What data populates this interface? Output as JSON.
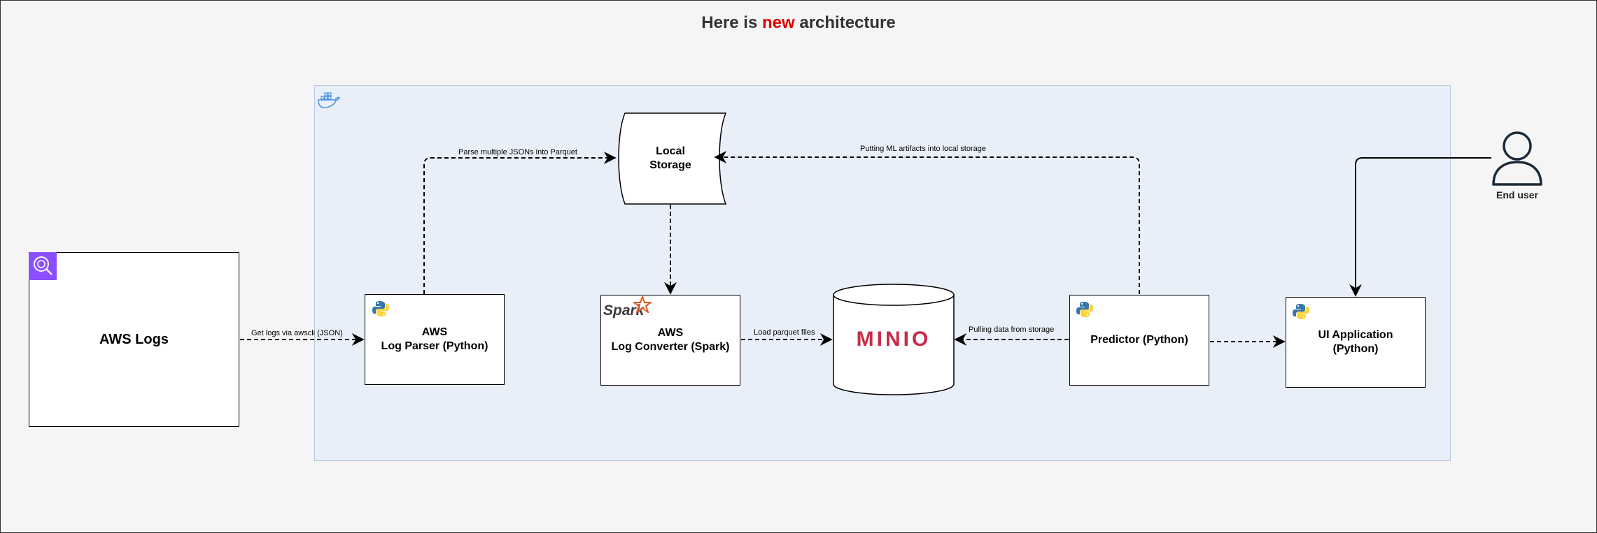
{
  "title": {
    "prefix": "Here is ",
    "highlight": "new",
    "suffix": " architecture"
  },
  "nodes": {
    "aws_logs": "AWS Logs",
    "log_parser": "AWS\nLog Parser (Python)",
    "local_storage": "Local\nStorage",
    "log_converter": "AWS\nLog Converter (Spark)",
    "minio": "MINIO",
    "predictor": "Predictor (Python)",
    "ui_app": "UI Application\n(Python)",
    "end_user": "End user"
  },
  "edges": {
    "get_logs": "Get logs via awscli (JSON)",
    "parse_json": "Parse multiple JSONs into Parquet",
    "load_parquet": "Load parquet files",
    "pull_data": "Pulling data from storage",
    "put_artifacts": "Putting ML artifacts into local storage"
  },
  "icons": {
    "spark_logo": "Spark",
    "aws_logs_icon": "aws-cloudwatch-logs-icon",
    "python_icon": "python-icon",
    "docker_icon": "docker-whale-icon",
    "user_icon": "person-icon"
  },
  "colors": {
    "title_highlight": "#e10000",
    "minio_red": "#c72c48",
    "aws_purple": "#8c4fff",
    "spark_orange": "#e25a1c",
    "python_blue": "#3776ab",
    "python_yellow": "#ffd43b"
  }
}
